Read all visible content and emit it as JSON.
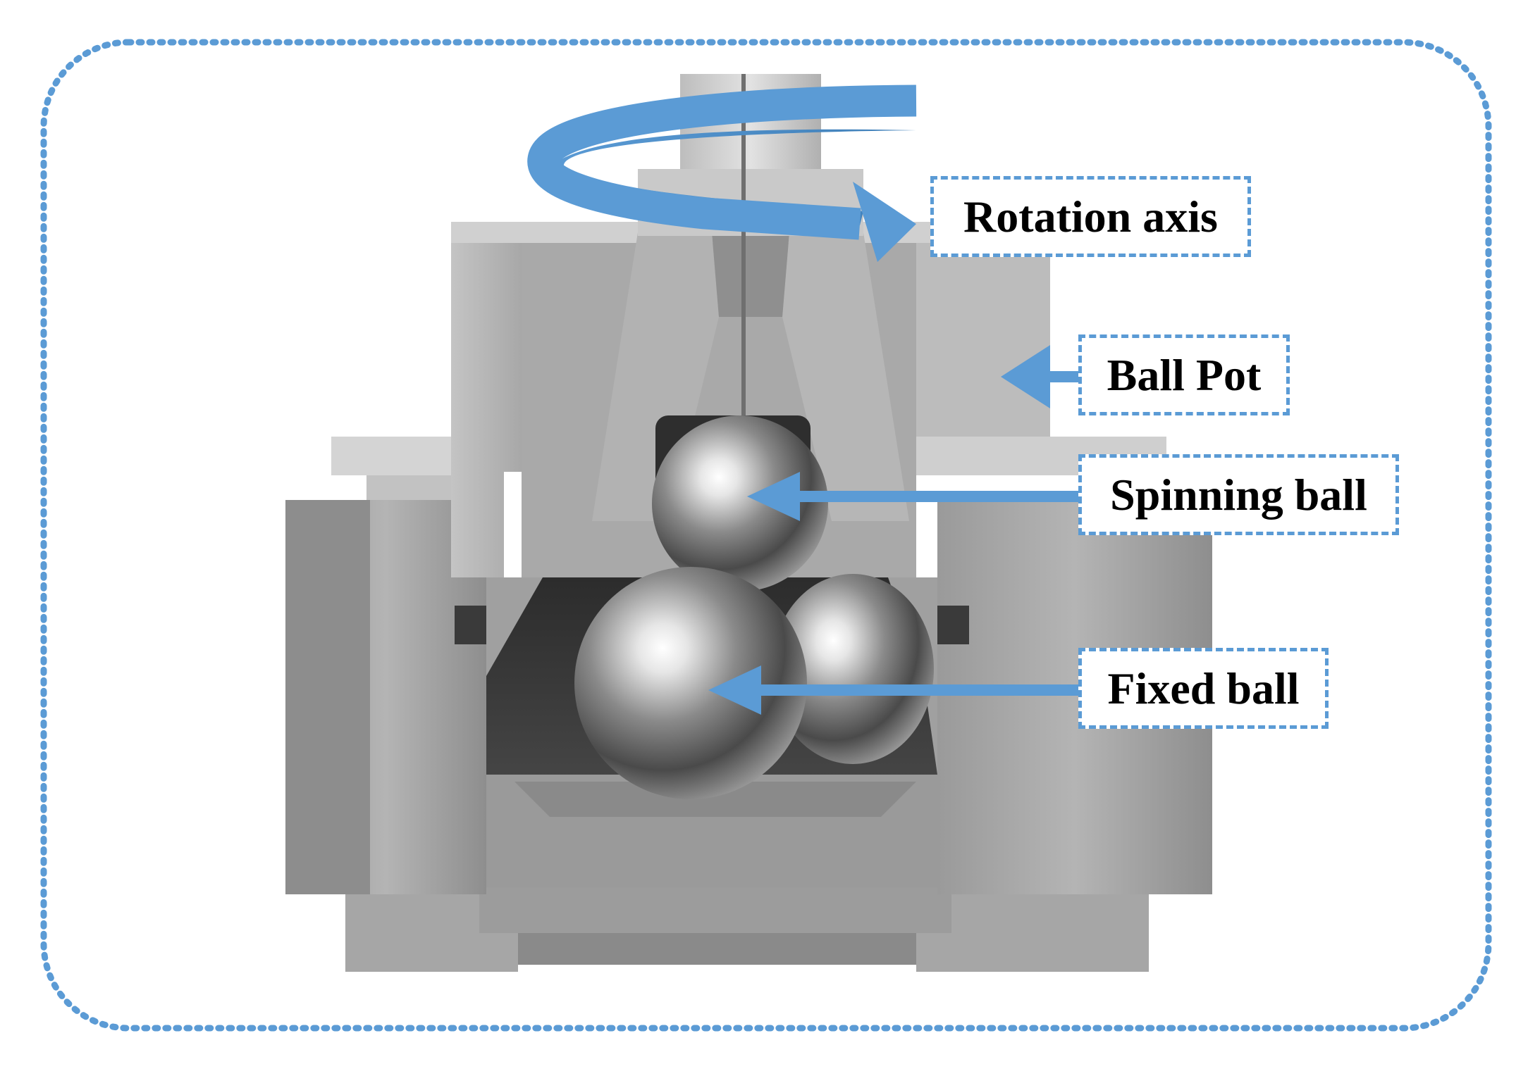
{
  "colors": {
    "accent": "#5b9bd5",
    "frame": "#5b9bd5",
    "metal_light": "#c8c8c8",
    "metal_mid": "#a9a9a9",
    "metal_dark": "#7f7f7f"
  },
  "labels": {
    "rotation_axis": "Rotation axis",
    "ball_pot": "Ball Pot",
    "spinning_ball": "Spinning ball",
    "fixed_ball": "Fixed ball"
  }
}
